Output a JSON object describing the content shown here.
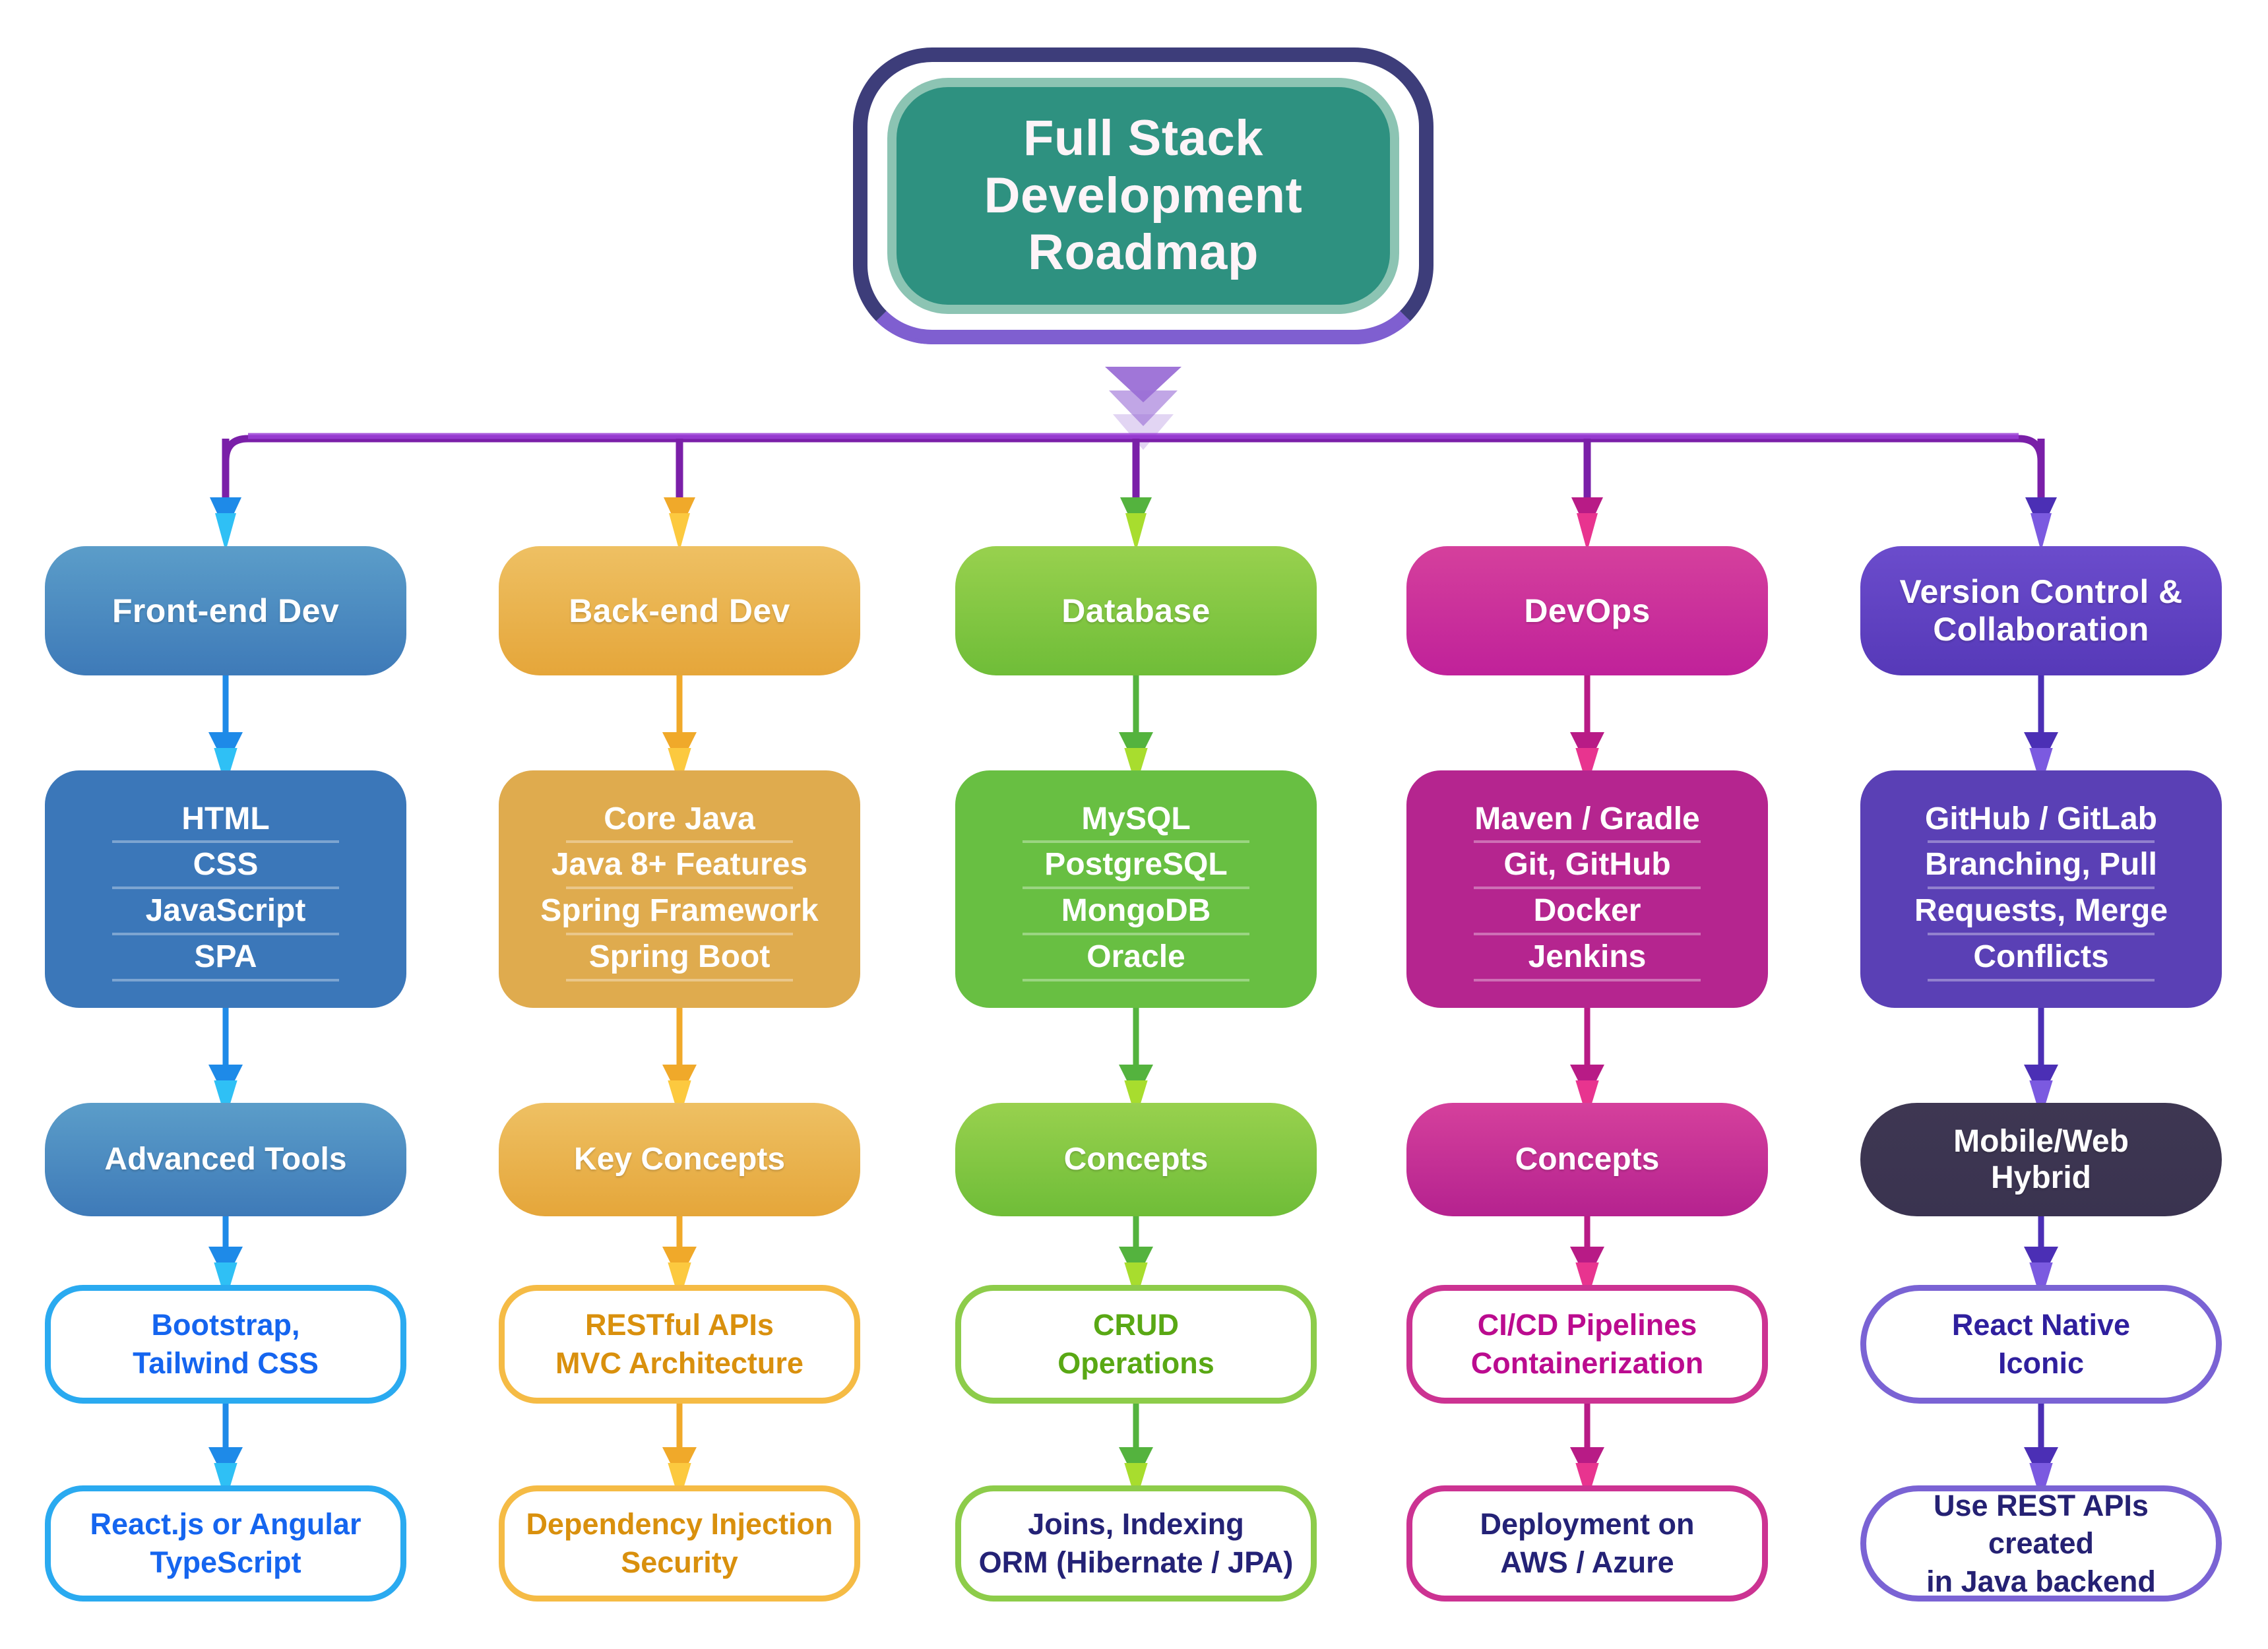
{
  "title": {
    "text": "Full Stack Development Roadmap",
    "lines": [
      "Full Stack",
      "Development",
      "Roadmap"
    ],
    "fill": "#2e9180",
    "inner_ring": "#8cc4b3",
    "outer_ring_top": "#3d3d7a",
    "outer_ring_bottom": "#7f5fd0",
    "text_color": "#fdf4f8"
  },
  "trunk": {
    "color": "#7a1fa8",
    "arrow_color": "#9b6fd6"
  },
  "columns": [
    {
      "id": "front-end",
      "header": "Front-end Dev",
      "accent": "#3f7fbf",
      "header_gradient_top": "#5b9dc9",
      "header_gradient_bottom": "#3e7ab8",
      "list_fill": "#3b77b9",
      "list_items": [
        "HTML",
        "CSS",
        "JavaScript",
        "SPA"
      ],
      "concept": "Advanced Tools",
      "concept_gradient_top": "#5b9dc9",
      "concept_gradient_bottom": "#3e7ab8",
      "outline_color": "#2aaaf0",
      "outline_text_color": "#1565ef",
      "box4": "Bootstrap,\nTailwind CSS",
      "box4_lines": [
        "Bootstrap,",
        "Tailwind CSS"
      ],
      "box5": "React.js or Angular\nTypeScript",
      "box5_lines": [
        "React.js or Angular",
        "TypeScript"
      ],
      "box5_text_color": "#1565ef",
      "arrow_color": "#1e8ae8",
      "arrow_tip_color": "#2fc0f5"
    },
    {
      "id": "back-end",
      "header": "Back-end Dev",
      "accent": "#e8a93b",
      "header_gradient_top": "#eec063",
      "header_gradient_bottom": "#e5a63a",
      "list_fill": "#dfab4e",
      "list_items": [
        "Core Java",
        "Java 8+ Features",
        "Spring Framework",
        "Spring Boot"
      ],
      "concept": "Key Concepts",
      "concept_gradient_top": "#eec063",
      "concept_gradient_bottom": "#e5a63a",
      "outline_color": "#f5bb45",
      "outline_text_color": "#d9900d",
      "box4": "RESTful APIs\nMVC Architecture",
      "box4_lines": [
        "RESTful APIs",
        "MVC Architecture"
      ],
      "box5": "Dependency Injection\nSecurity",
      "box5_lines": [
        "Dependency Injection",
        "Security"
      ],
      "box5_text_color": "#d9900d",
      "arrow_color": "#f0a92a",
      "arrow_tip_color": "#fcc93f"
    },
    {
      "id": "database",
      "header": "Database",
      "accent": "#77c243",
      "header_gradient_top": "#98d14e",
      "header_gradient_bottom": "#6fbd38",
      "list_fill": "#68bf42",
      "list_items": [
        "MySQL",
        "PostgreSQL",
        "MongoDB",
        "Oracle"
      ],
      "concept": "Concepts",
      "concept_gradient_top": "#98d14e",
      "concept_gradient_bottom": "#6fbd38",
      "outline_color": "#8dcc4a",
      "outline_text_color": "#59a814",
      "box4": "CRUD\nOperations",
      "box4_lines": [
        "CRUD",
        "Operations"
      ],
      "box5": "Joins, Indexing\nORM (Hibernate / JPA)",
      "box5_lines": [
        "Joins, Indexing",
        "ORM (Hibernate / JPA)"
      ],
      "box5_text_color": "#242276",
      "arrow_color": "#54b33e",
      "arrow_tip_color": "#a8dd2e"
    },
    {
      "id": "devops",
      "header": "DevOps",
      "accent": "#c32a96",
      "header_gradient_top": "#d5409c",
      "header_gradient_bottom": "#c0219a",
      "list_fill": "#b5258f",
      "list_items": [
        "Maven / Gradle",
        "Git, GitHub",
        "Docker",
        "Jenkins"
      ],
      "concept": "Concepts",
      "concept_gradient_top": "#d5409c",
      "concept_gradient_bottom": "#b5228f",
      "outline_color": "#cc3392",
      "outline_text_color": "#bb0b8f",
      "box4": "CI/CD Pipelines\nContainerization",
      "box4_lines": [
        "CI/CD Pipelines",
        "Containerization"
      ],
      "box5": "Deployment on\nAWS / Azure",
      "box5_lines": [
        "Deployment on",
        "AWS / Azure"
      ],
      "box5_text_color": "#242276",
      "arrow_color": "#b81b86",
      "arrow_tip_color": "#e8348f"
    },
    {
      "id": "version-control",
      "header": "Version Control & Collaboration",
      "header_lines": [
        "Version Control &",
        "Collaboration"
      ],
      "accent": "#5b3fc0",
      "header_gradient_top": "#6b4ccc",
      "header_gradient_bottom": "#5639b8",
      "list_fill": "#5a40b5",
      "list_items": [
        "GitHub / GitLab",
        "Branching, Pull",
        "Requests, Merge",
        "Conflicts"
      ],
      "concept": "Mobile/Web Hybrid",
      "concept_lines": [
        "Mobile/Web",
        "Hybrid"
      ],
      "concept_gradient_top": "#3e3752",
      "concept_gradient_bottom": "#3a3350",
      "outline_color": "#7a63d4",
      "outline_text_color": "#2f1f9e",
      "box4": "React Native\nIconic",
      "box4_lines": [
        "React Native",
        "Iconic"
      ],
      "box5": "Use REST APIs created\nin Java backend",
      "box5_lines": [
        "Use REST APIs created",
        "in Java backend"
      ],
      "box5_text_color": "#252173",
      "arrow_color": "#4b2fb5",
      "arrow_tip_color": "#7b5ae0"
    }
  ]
}
